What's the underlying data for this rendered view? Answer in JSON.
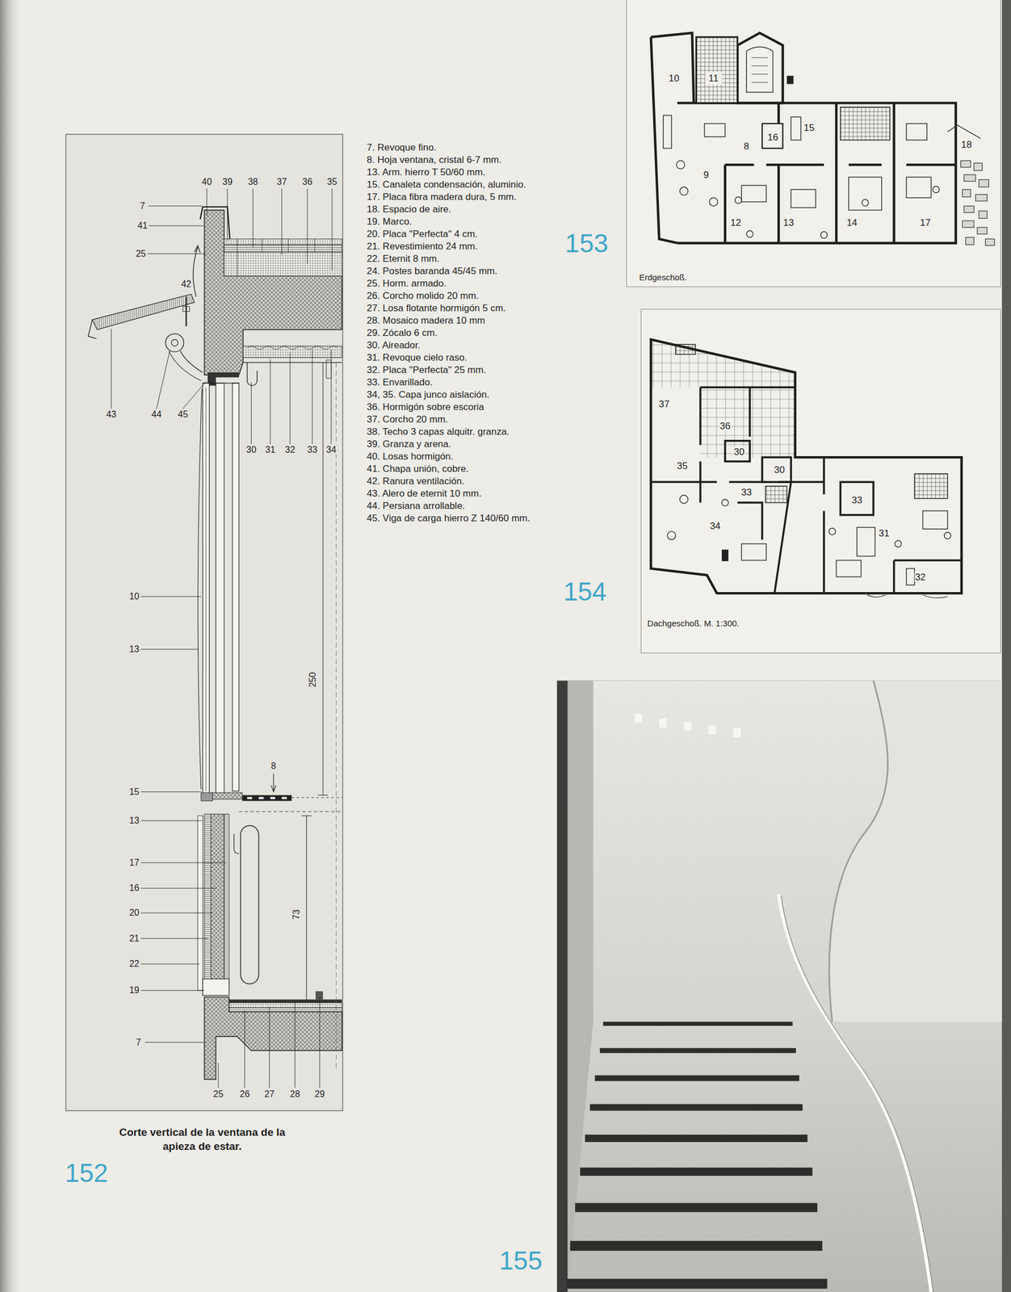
{
  "diagram": {
    "caption": "Corte vertical de la ventana de la apieza de estar.",
    "nodes": [
      {
        "text": [
          "Erdgeschoß."
        ]
      },
      {
        "text": [
          "Dachgeschoß. M. 1:300."
        ]
      }
    ],
    "labels": [
      "40",
      "39",
      "38",
      "37",
      "36",
      "35",
      "7",
      "41",
      "25",
      "42",
      "43",
      "44",
      "45",
      "30",
      "31",
      "32",
      "33",
      "34",
      "10",
      "13",
      "250",
      "8",
      "15",
      "13",
      "17",
      "16",
      "20",
      "21",
      "22",
      "19",
      "7",
      "73",
      "25",
      "26",
      "27",
      "28",
      "29",
      "7. Revoque fino.",
      "8. Hoja ventana, cristal 6-7 mm.",
      "13. Arm. hierro T 50/60 mm.",
      "15. Canaleta condensación, aluminio.",
      "17. Placa fibra madera dura, 5 mm.",
      "18. Espacio de aire.",
      "19. Marco.",
      "20. Placa \"Perfecta\" 4 cm.",
      "21. Revestimiento 24 mm.",
      "22. Eternit 8 mm.",
      "24. Postes baranda 45/45 mm.",
      "25. Horm. armado.",
      "26. Corcho molido 20 mm.",
      "27. Losa flotante hormigón 5 cm.",
      "28. Mosaico madera 10 mm",
      "29. Zócalo 6 cm.",
      "30. Aireador.",
      "31. Revoque cielo raso.",
      "32. Placa \"Perfecta\" 25 mm.",
      "33. Envarillado.",
      "34, 35. Capa junco aislación.",
      "36. Hormigón sobre escoria",
      "37. Corcho 20 mm.",
      "38. Techo 3 capas alquitr. granza.",
      "39. Granza y arena.",
      "40. Losas hormigón.",
      "41. Chapa unión, cobre.",
      "42. Ranura ventilación.",
      "43. Alero de eternit 10 mm.",
      "44. Persiana arrollable.",
      "45. Viga de carga hierro Z 140/60 mm.",
      "152",
      "153",
      "154",
      "155",
      "10",
      "11",
      "15",
      "16",
      "8",
      "9",
      "12",
      "13",
      "14",
      "17",
      "18",
      "37",
      "36",
      "30",
      "30",
      "35",
      "33",
      "33",
      "34",
      "31",
      "32"
    ]
  }
}
